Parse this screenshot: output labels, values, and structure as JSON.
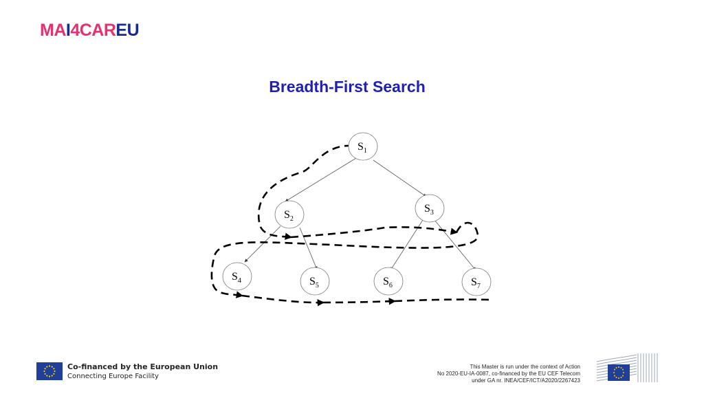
{
  "logo": {
    "seg_ma": "MA",
    "seg_ai": "I",
    "seg_4": "4",
    "seg_care": "CAR",
    "seg_eu": "EU"
  },
  "slide": {
    "title": "Breadth-First Search"
  },
  "diagram": {
    "nodes": [
      {
        "id": "s1",
        "label": "S",
        "sub": "1"
      },
      {
        "id": "s2",
        "label": "S",
        "sub": "2"
      },
      {
        "id": "s3",
        "label": "S",
        "sub": "3"
      },
      {
        "id": "s4",
        "label": "S",
        "sub": "4"
      },
      {
        "id": "s5",
        "label": "S",
        "sub": "5"
      },
      {
        "id": "s6",
        "label": "S",
        "sub": "6"
      },
      {
        "id": "s7",
        "label": "S",
        "sub": "7"
      }
    ],
    "edges": [
      [
        "s1",
        "s2"
      ],
      [
        "s1",
        "s3"
      ],
      [
        "s2",
        "s4"
      ],
      [
        "s2",
        "s5"
      ],
      [
        "s3",
        "s6"
      ],
      [
        "s3",
        "s7"
      ]
    ]
  },
  "footer": {
    "cofinanced_title": "Co-financed by the European Union",
    "cofinanced_sub": "Connecting Europe Facility",
    "notice_line1": "This Master is run under the context of Action",
    "notice_line2": "No 2020-EU-IA-0087, co-financed by the EU CEF Telecom",
    "notice_line3": "under GA nr. INEA/CEF/ICT/A2020/2267423"
  },
  "colors": {
    "title": "#1f1fb4",
    "logo_pink": "#e8306f",
    "logo_navy": "#1b2a8f",
    "eu_blue": "#1f3f99",
    "eu_star": "#ffcc00"
  },
  "icons": [
    "eu-flag-icon",
    "european-commission-logo-icon"
  ]
}
